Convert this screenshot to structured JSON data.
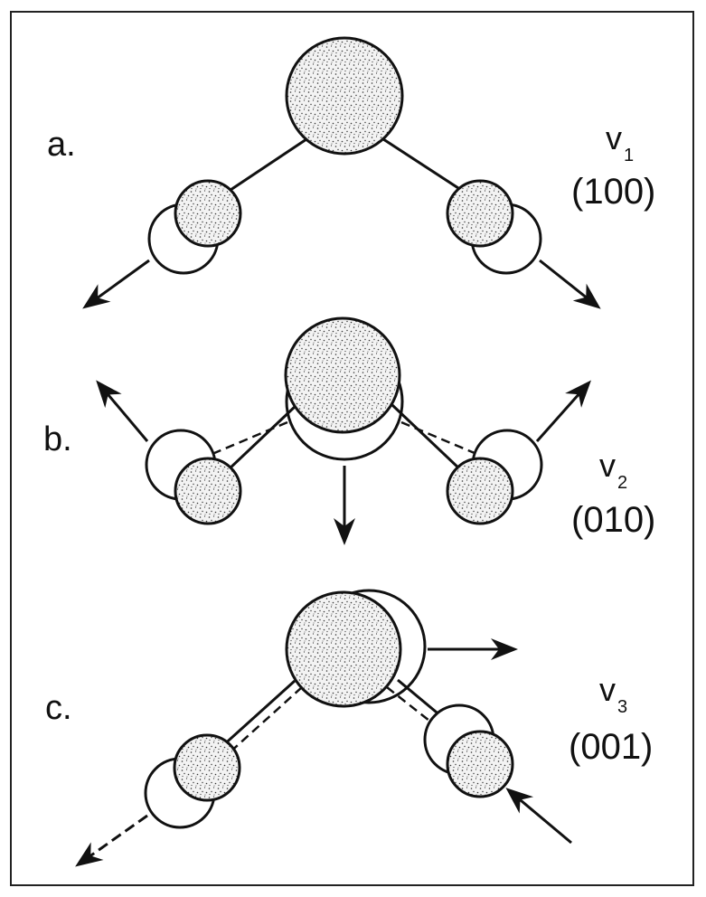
{
  "panels": [
    {
      "letter": "a.",
      "mode_symbol": "v",
      "mode_subscript": "1",
      "quantum_numbers": "(100)"
    },
    {
      "letter": "b.",
      "mode_symbol": "v",
      "mode_subscript": "2",
      "quantum_numbers": "(010)"
    },
    {
      "letter": "c.",
      "mode_symbol": "v",
      "mode_subscript": "3",
      "quantum_numbers": "(001)"
    }
  ],
  "colors": {
    "ink": "#111111",
    "atom_fill": "#f3f3f3",
    "speckle": "#333333"
  }
}
